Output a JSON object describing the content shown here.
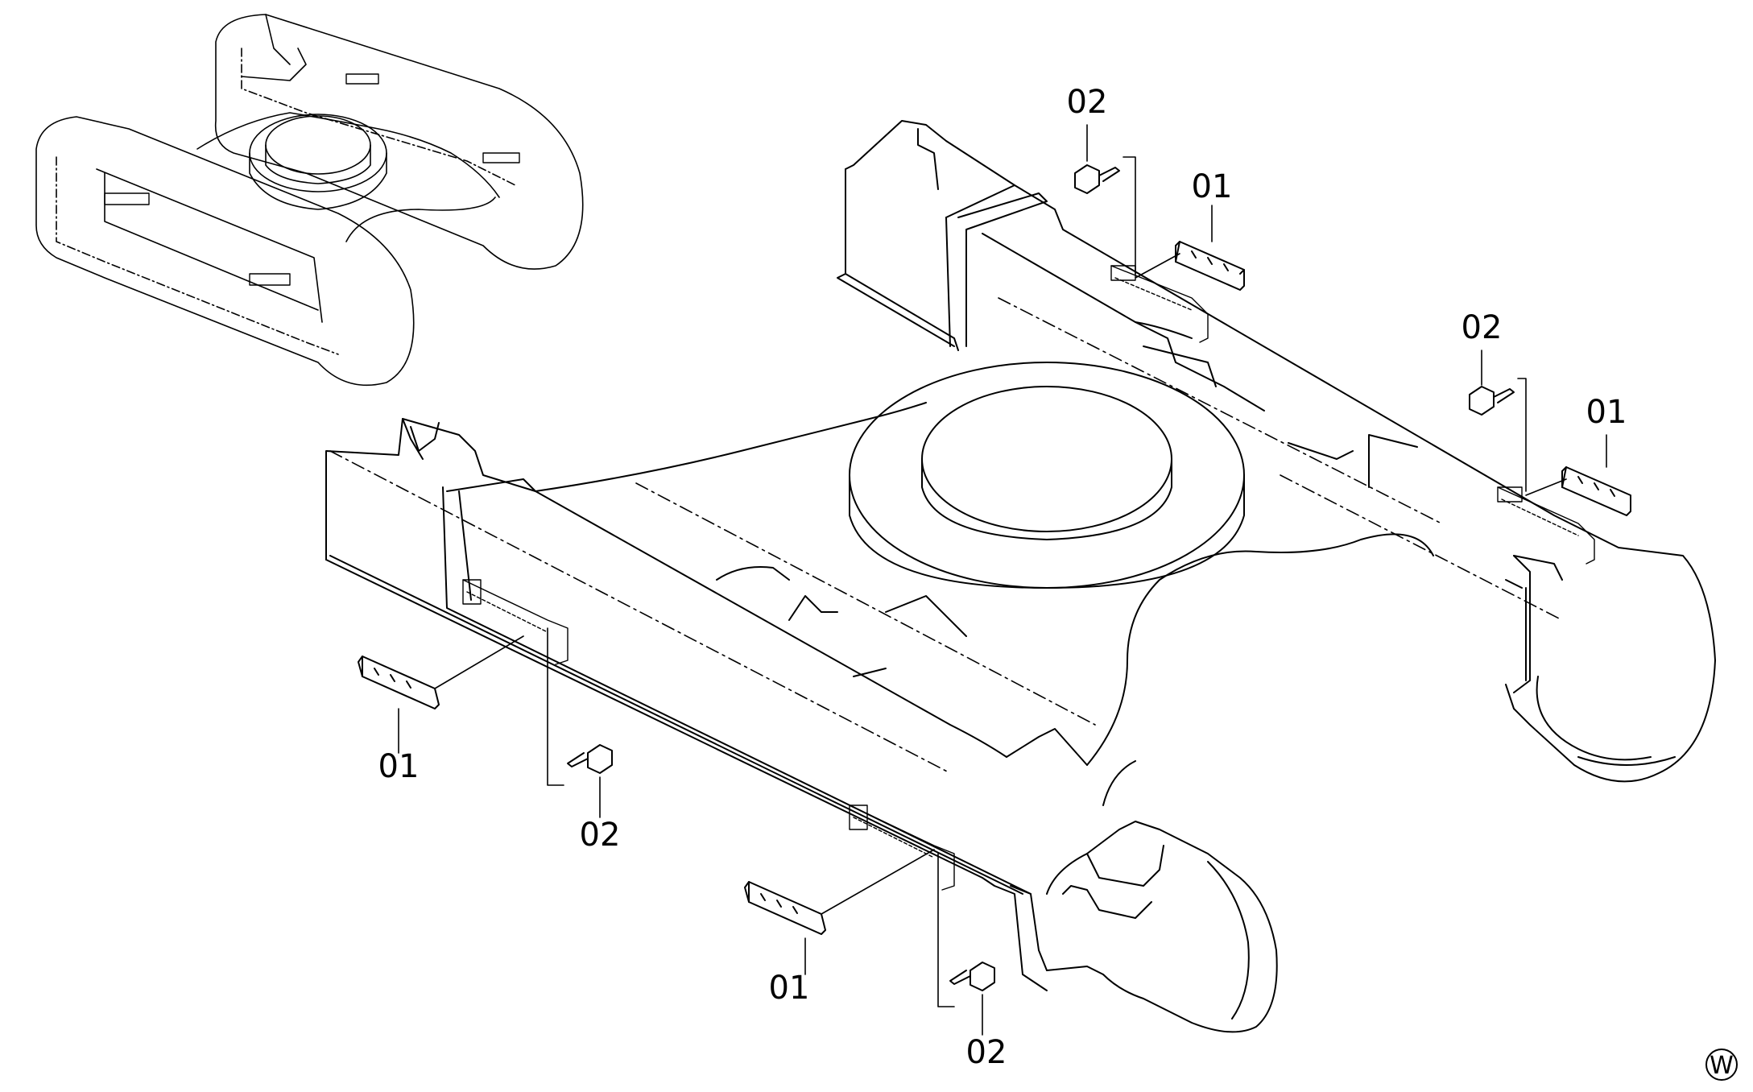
{
  "diagram": {
    "callouts": [
      {
        "id": "c1",
        "label": "02"
      },
      {
        "id": "c2",
        "label": "01"
      },
      {
        "id": "c3",
        "label": "02"
      },
      {
        "id": "c4",
        "label": "01"
      },
      {
        "id": "c5",
        "label": "01"
      },
      {
        "id": "c6",
        "label": "02"
      },
      {
        "id": "c7",
        "label": "01"
      },
      {
        "id": "c8",
        "label": "02"
      }
    ],
    "corner_mark": "W",
    "colors": {
      "line": "#000000",
      "background": "#ffffff"
    }
  }
}
